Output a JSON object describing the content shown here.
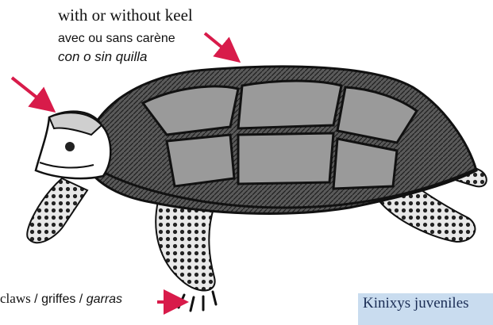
{
  "labels": {
    "keel_en": "with or without keel",
    "keel_fr": "avec ou sans carène",
    "keel_es": "con o sin quilla",
    "claws_en": "claws",
    "claws_sep1": " / ",
    "claws_fr": "griffes",
    "claws_sep2": " / ",
    "claws_es": "garras"
  },
  "badge": {
    "text": "Kinixys juveniles"
  },
  "colors": {
    "arrow": "#d81b4a",
    "badge_bg": "#c9dcef",
    "ink": "#111111"
  },
  "icons": {
    "arrow": "arrow-icon",
    "tortoise": "tortoise-illustration"
  }
}
